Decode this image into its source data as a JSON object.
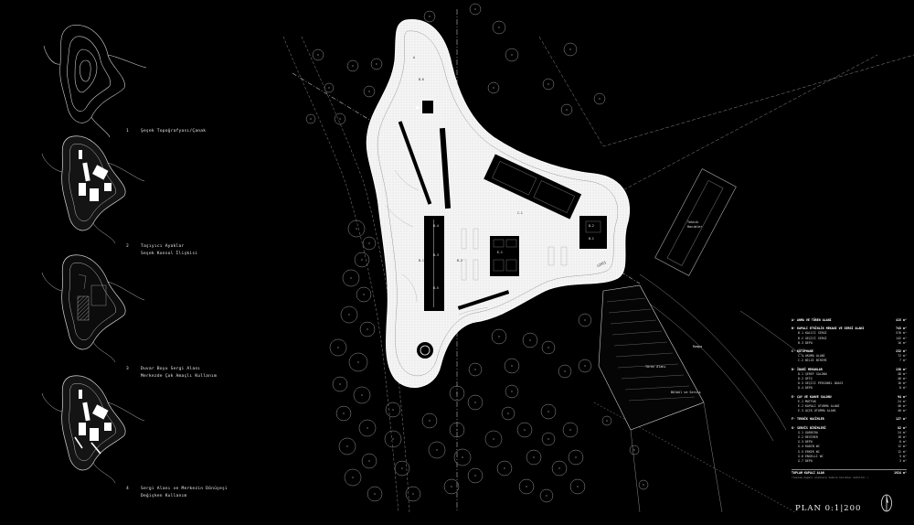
{
  "diagrams": [
    {
      "index": "1",
      "caption_lines": [
        "Şeşek Topoğrafyası/Çanak"
      ]
    },
    {
      "index": "2",
      "caption_lines": [
        "Taşıyıcı Ayaklar",
        "Seşek Konsol İlişkisi"
      ]
    },
    {
      "index": "3",
      "caption_lines": [
        "Duvar Boyu Sergi Alanı",
        "Merkezde Çok Amaçlı Kullanım"
      ]
    },
    {
      "index": "4",
      "caption_lines": [
        "Sergi Alanı ve Merkezin Dönüşeşi",
        "Değişken Kullanım"
      ]
    }
  ],
  "plan": {
    "title": "PLAN 0:1|200",
    "site_labels": {
      "technical_building": [
        "Teknik",
        "Hacimler"
      ],
      "ceremony_area": "Tören Alanı",
      "entrance": "GİRİŞ",
      "vip": "Bülbül ve Servis",
      "ramp": "Rampa"
    },
    "block_labels": [
      "B-1",
      "B-2",
      "B-3",
      "B-4",
      "B-5",
      "B-6",
      "D-1",
      "D-2",
      "E-1",
      "C-1",
      "C-2",
      "A"
    ]
  },
  "legend": {
    "sections": [
      {
        "label": "A- ANMA VE TÖREN ALANI",
        "value": "415 m²",
        "items": []
      },
      {
        "label": "B- KAPALI ETKİNLİK MEKANI VE SERGİ ALANI",
        "value": "743 m²",
        "items": [
          {
            "label": "B-1 KALICI SERGİ",
            "value": "576 m²"
          },
          {
            "label": "B-2 GEÇİCİ SERGİ",
            "value": "142 m²"
          },
          {
            "label": "B-3 DEPO",
            "value": "16 m²"
          }
        ]
      },
      {
        "label": "C- KÜTÜPHANE",
        "value": "232 m²",
        "items": [
          {
            "label": "C-1 OKUMA ALANI",
            "value": "72 m²"
          },
          {
            "label": "C-2 BİLGİ BİRİMİ",
            "value": "7 m²"
          }
        ]
      },
      {
        "label": "D- İDARİ MEKANLAR",
        "value": "138 m²",
        "items": [
          {
            "label": "D-1 ŞEREF SALONU",
            "value": "48 m²"
          },
          {
            "label": "D-2 OFİS",
            "value": "46 m²"
          },
          {
            "label": "D-3 GEÇİCİ PERSONEL ODASI",
            "value": "16 m²"
          },
          {
            "label": "D-4 DEPO",
            "value": "8 m²"
          }
        ]
      },
      {
        "label": "E- ÇAY VE KAHVE SALONU",
        "value": "94 m²",
        "items": [
          {
            "label": "E-1 MUTFAK",
            "value": "24 m²"
          },
          {
            "label": "E-2 KAPALI OTURMA ALANI",
            "value": "46 m²"
          },
          {
            "label": "E-3 AÇIK OTURMA ALANI",
            "value": "40 m²"
          }
        ]
      },
      {
        "label": "F- TEKNİK HACİMLER",
        "value": "127 m²",
        "items": []
      },
      {
        "label": "G- SERVİS BİRİMLERİ",
        "value": "82 m²",
        "items": [
          {
            "label": "G-1 GARDIRA",
            "value": "24 m²"
          },
          {
            "label": "G-2 REVİRER",
            "value": "18 m²"
          },
          {
            "label": "G-3 DEPO",
            "value": "8 m²"
          },
          {
            "label": "G-4 KADIN WC",
            "value": "12 m²"
          },
          {
            "label": "G-5 ERKEK WC",
            "value": "12 m²"
          },
          {
            "label": "G-6 ENGELLİ WC",
            "value": "5 m²"
          },
          {
            "label": "G-7 DEPO",
            "value": "3 m²"
          }
        ]
      }
    ],
    "total_label": "TOPLAM KAPALI ALAN",
    "total_value": "1924 m²",
    "note": "(toplam kapalı alanlara teknik hacimler dahildir.)"
  }
}
